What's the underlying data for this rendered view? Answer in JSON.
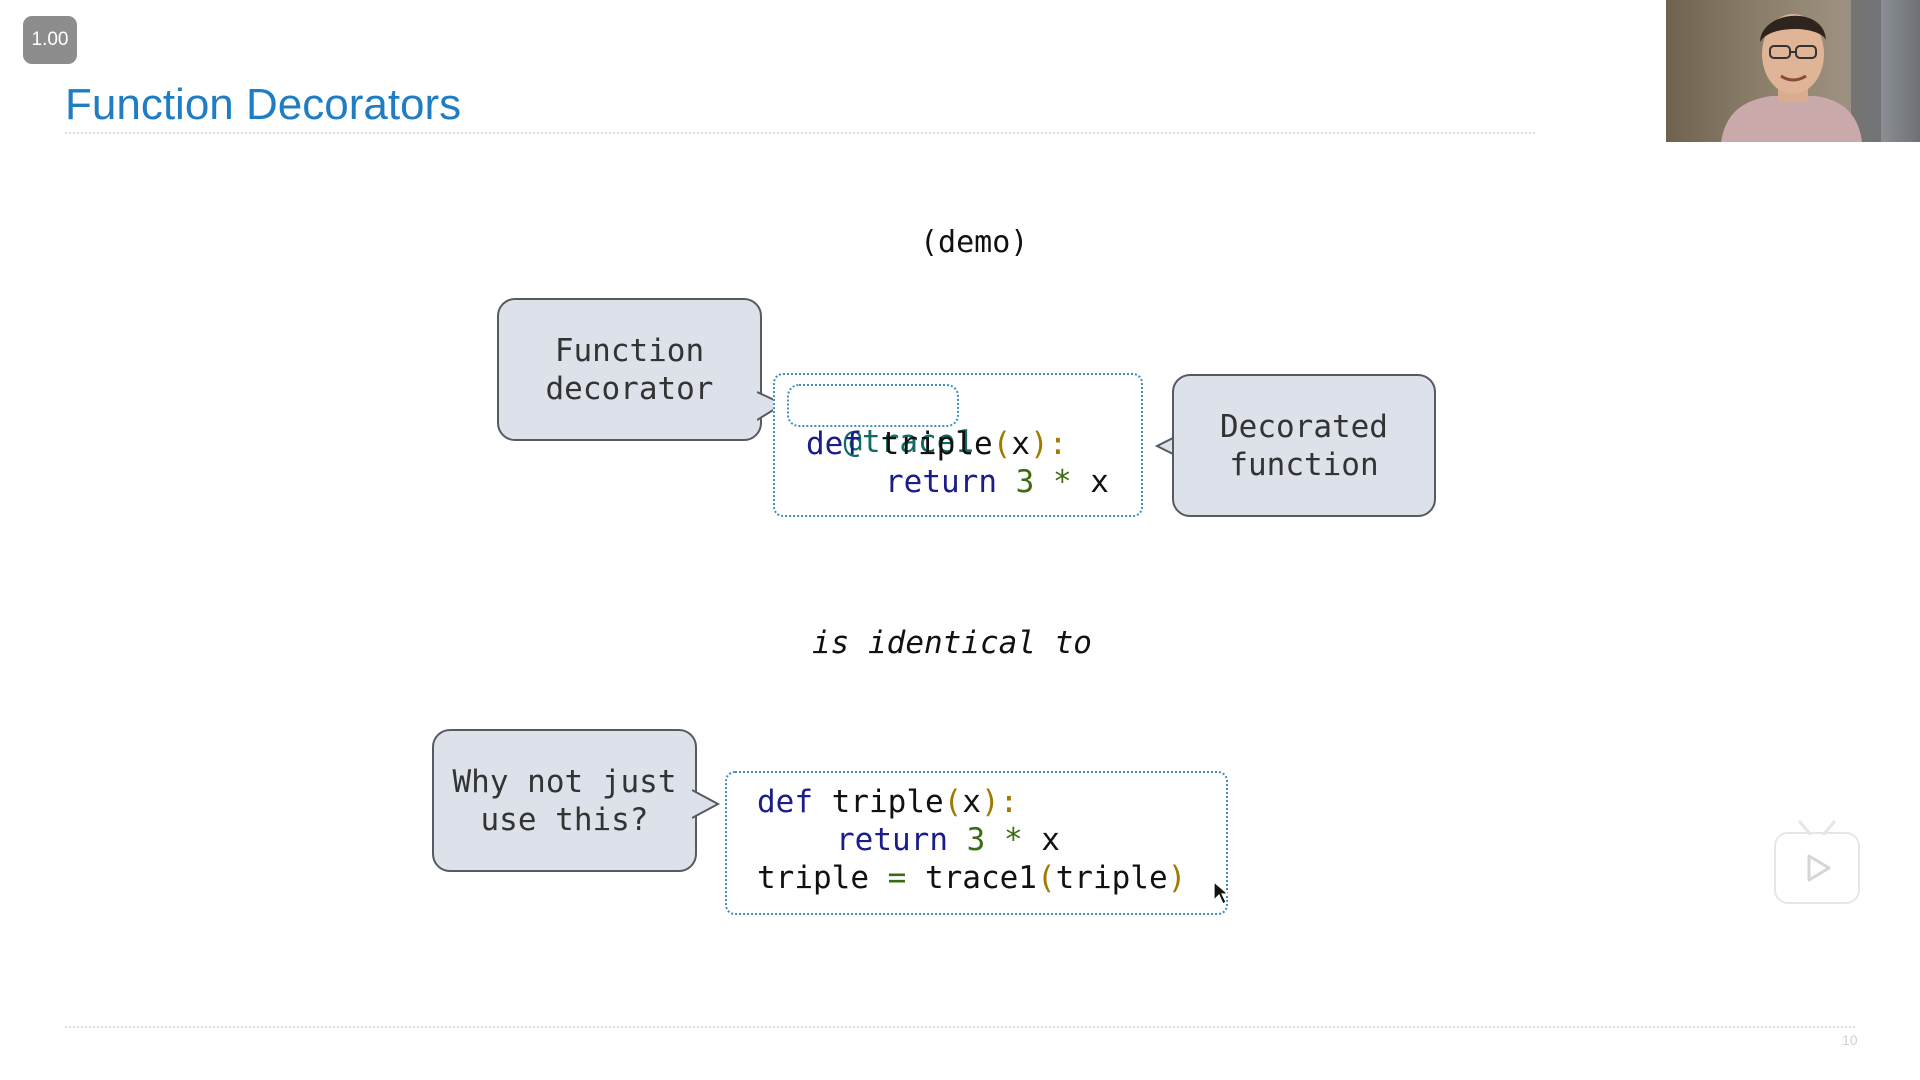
{
  "player": {
    "speed": "1.00"
  },
  "slide": {
    "title": "Function Decorators",
    "demo_label": "(demo)",
    "identical_label": "is identical to",
    "page_number": "10"
  },
  "bubbles": {
    "decorator_line1": "Function",
    "decorator_line2": "decorator",
    "decorated_line1": "Decorated",
    "decorated_line2": "function",
    "why_line1": "Why not just",
    "why_line2": "use this?"
  },
  "code_top": {
    "decorator": "@trace1",
    "def_kw": "def",
    "func_name": " triple",
    "open_paren": "(",
    "param": "x",
    "close_colon": "):",
    "return_kw": "return",
    "num": " 3",
    "op": " *",
    "var": " x"
  },
  "code_bottom": {
    "def_kw": "def",
    "func_name": " triple",
    "open_paren": "(",
    "param": "x",
    "close_colon": "):",
    "return_kw": "return",
    "num": " 3",
    "op": " *",
    "var": " x",
    "assign_lhs": "triple",
    "assign_eq": " =",
    "call_name": " trace1",
    "call_open": "(",
    "call_arg": "triple",
    "call_close": ")"
  },
  "icons": {
    "play": "play-icon",
    "cursor": "mouse-cursor-icon"
  },
  "colors": {
    "title": "#1f7dc4",
    "keyword": "#1a1d8a",
    "decorator": "#0f6d63",
    "number": "#3c6b12",
    "box_border": "#3f8fc0",
    "bubble_fill": "#dde1ea"
  }
}
